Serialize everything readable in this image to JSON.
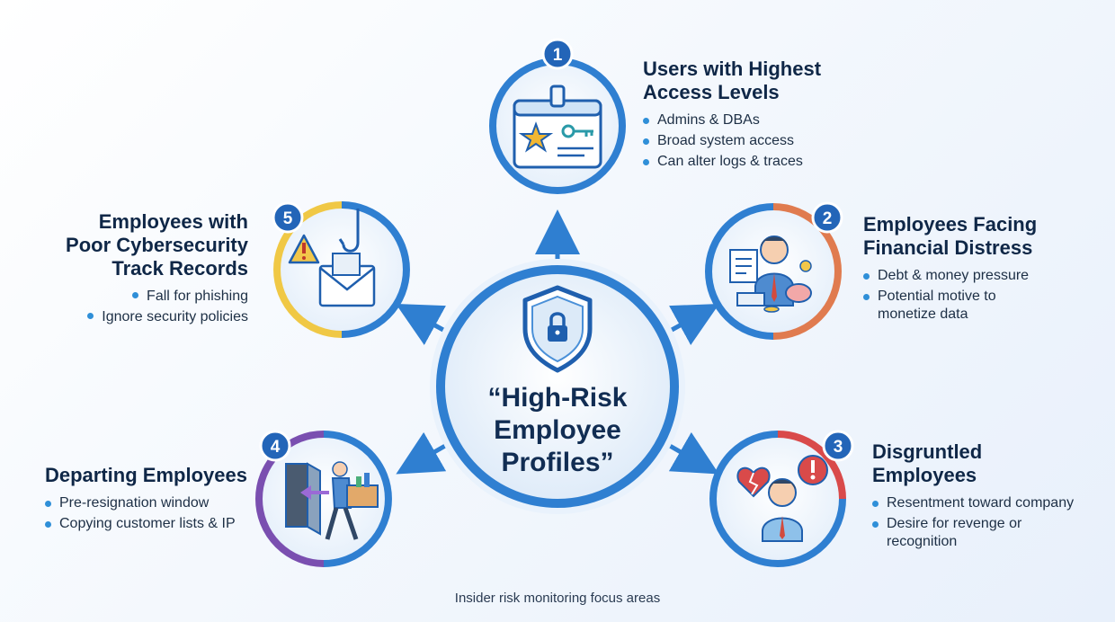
{
  "center": {
    "title": "“High-Risk\nEmployee\nProfiles”"
  },
  "items": [
    {
      "number": "1",
      "title": "Users with Highest\nAccess Levels",
      "bullets": [
        "Admins & DBAs",
        "Broad system access",
        "Can alter logs & traces"
      ],
      "icon": "admin-badge-icon",
      "color": "#2f7fd1"
    },
    {
      "number": "2",
      "title": "Employees Facing\nFinancial Distress",
      "bullets": [
        "Debt & money pressure",
        "Potential motive to\nmonetize data"
      ],
      "icon": "financial-distress-icon",
      "color": "#e07b4f"
    },
    {
      "number": "3",
      "title": "Disgruntled\nEmployees",
      "bullets": [
        "Resentment toward company",
        "Desire for revenge or\nrecognition"
      ],
      "icon": "angry-employee-icon",
      "color": "#d94a4a"
    },
    {
      "number": "4",
      "title": "Departing Employees",
      "bullets": [
        "Pre-resignation window",
        "Copying customer lists & IP"
      ],
      "icon": "departing-employee-icon",
      "color": "#7a4fb0"
    },
    {
      "number": "5",
      "title": "Employees with\nPoor Cybersecurity\nTrack Records",
      "bullets": [
        "Fall for phishing",
        "Ignore security policies"
      ],
      "icon": "phishing-email-icon",
      "color": "#f0c845"
    }
  ],
  "footer": {
    "caption": "Insider risk monitoring focus areas"
  }
}
